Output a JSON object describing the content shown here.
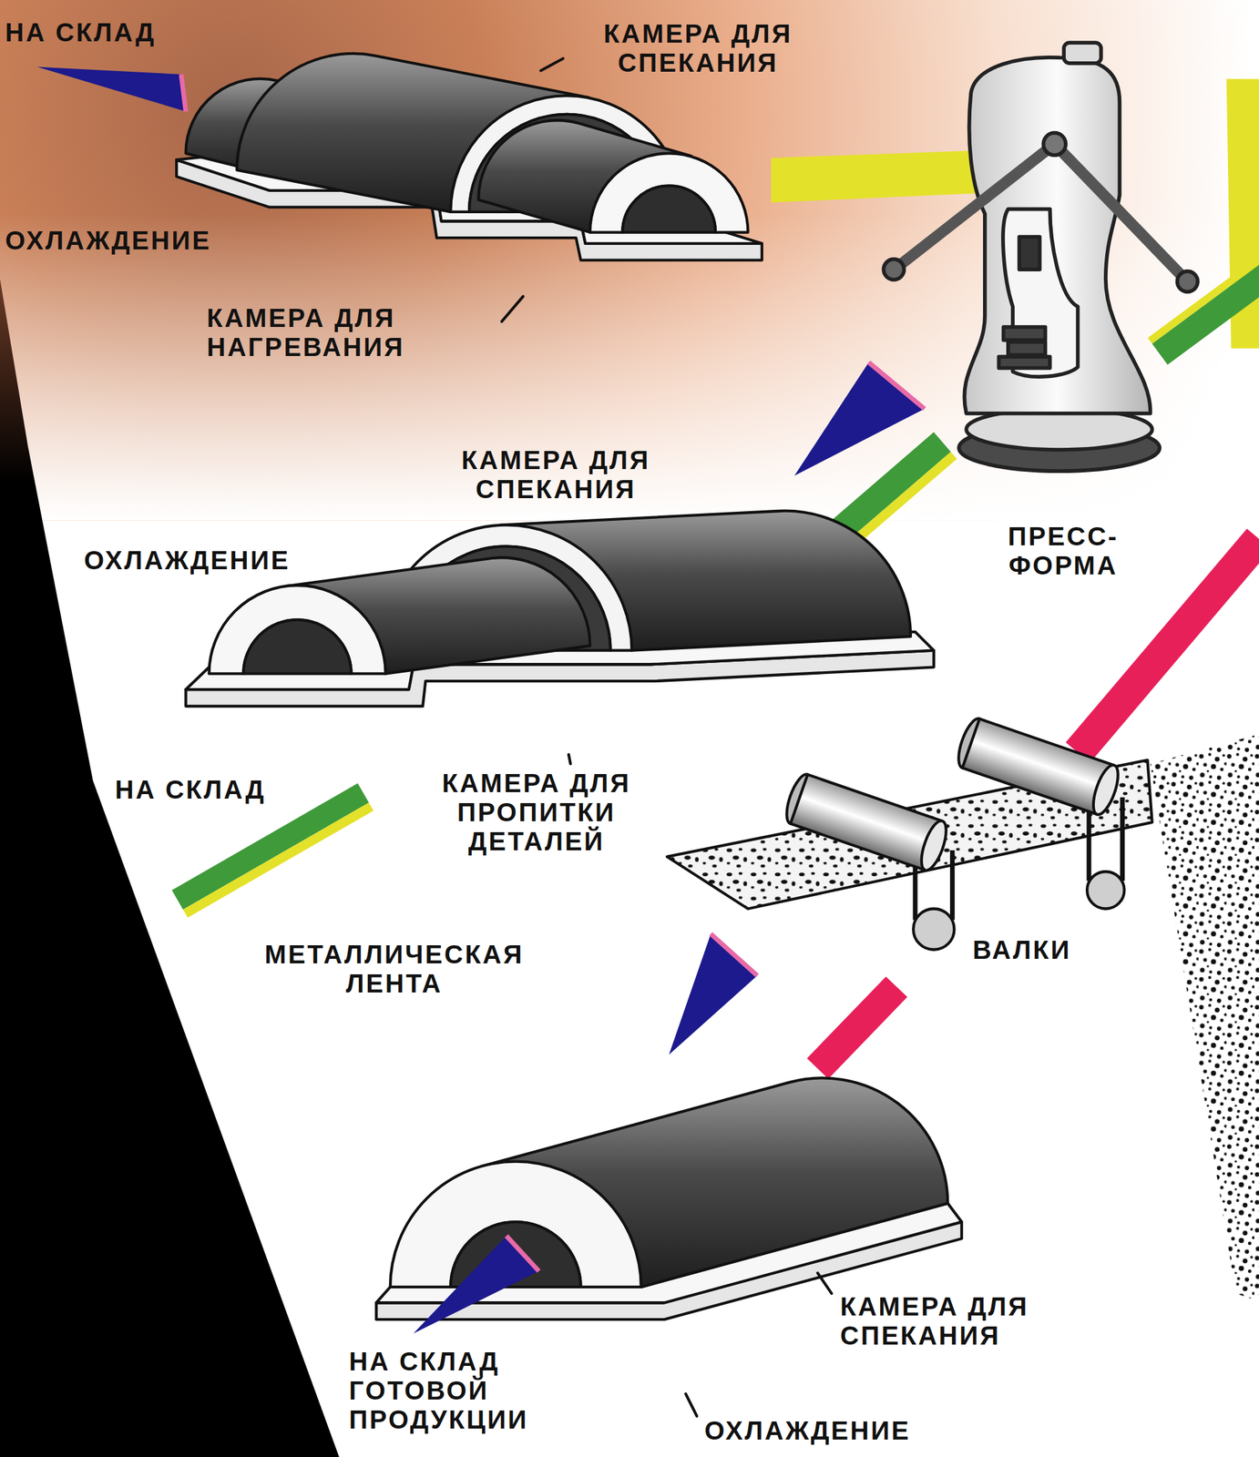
{
  "diagram": {
    "labels": [
      "НА СКЛАД",
      "КАМЕРА ДЛЯ СПЕКАНИЯ",
      "ОХЛАЖДЕНИЕ",
      "КАМЕРА ДЛЯ НАГРЕВАНИЯ",
      "КАМЕРА ДЛЯ СПЕКАНИЯ",
      "ПРЕСС-ФОРМА",
      "ОХЛАЖДЕНИЕ",
      "НА СКЛАД",
      "КАМЕРА ДЛЯ ПРОПИТКИ ДЕТАЛЕЙ",
      "МЕТАЛЛИЧЕСКАЯ ЛЕНТА",
      "ВАЛКИ",
      "КАМЕРА ДЛЯ СПЕКАНИЯ",
      "НА СКЛАД ГОТОВОЙ ПРОДУКЦИИ",
      "ОХЛАЖДЕНИЕ"
    ]
  }
}
